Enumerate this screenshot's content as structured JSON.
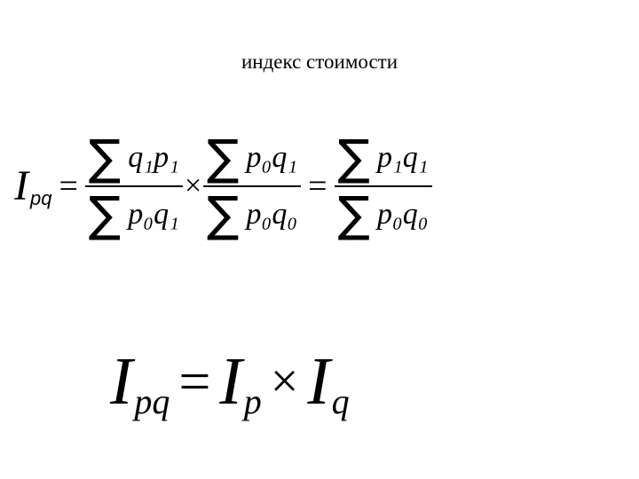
{
  "title": "индекс стоимости",
  "formula1": {
    "lhs_symbol": "I",
    "lhs_subscript": "pq",
    "equals_1": "=",
    "frac1_num_symbol": "∑",
    "frac1_num_expr": "q₁p₁",
    "frac1_den_symbol": "∑",
    "frac1_den_expr": "p₀q₁",
    "times": "×",
    "frac2_num_symbol": "∑",
    "frac2_num_expr": "p₀q₁",
    "frac2_den_symbol": "∑",
    "frac2_den_expr": "p₀q₀",
    "equals_2": "=",
    "frac3_num_symbol": "∑",
    "frac3_num_expr": "p₁q₁",
    "frac3_den_symbol": "∑",
    "frac3_den_expr": "p₀q₀"
  },
  "formula2": {
    "lhs_symbol": "I",
    "lhs_subscript": "pq",
    "equals": "=",
    "term1_symbol": "I",
    "term1_subscript": "p",
    "times": "×",
    "term2_symbol": "I",
    "term2_subscript": "q"
  }
}
